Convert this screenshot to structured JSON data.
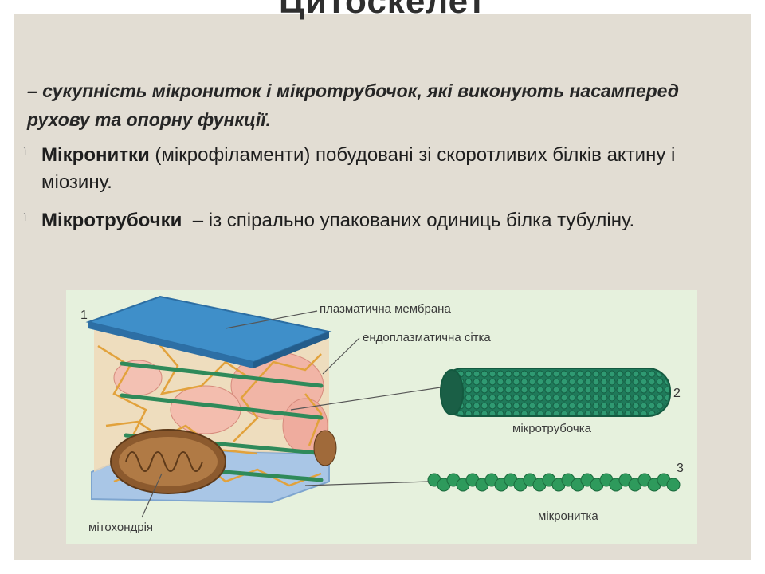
{
  "slide": {
    "title": "Цитоскелет",
    "intro": "– сукупність мікрониток і мікротрубочок, які виконують насамперед рухову та опорну функції.",
    "bullets": [
      {
        "marker": "ì",
        "term": "Мікронитки",
        "text": " (мікрофіламенти) побудовані зі скоротливих білків актину і міозину."
      },
      {
        "marker": "ì",
        "term": "Мікротрубочки",
        "text": "  – із спірально упакованих одиниць білка тубуліну."
      }
    ]
  },
  "figure": {
    "labels": {
      "membrane": "плазматична мембрана",
      "er": "ендоплазматична сітка",
      "microtubule": "мікротрубочка",
      "microfilament": "мікронитка",
      "mitochondria": "мітохондрія"
    },
    "numbers": {
      "one": "1",
      "two": "2",
      "three": "3"
    }
  }
}
